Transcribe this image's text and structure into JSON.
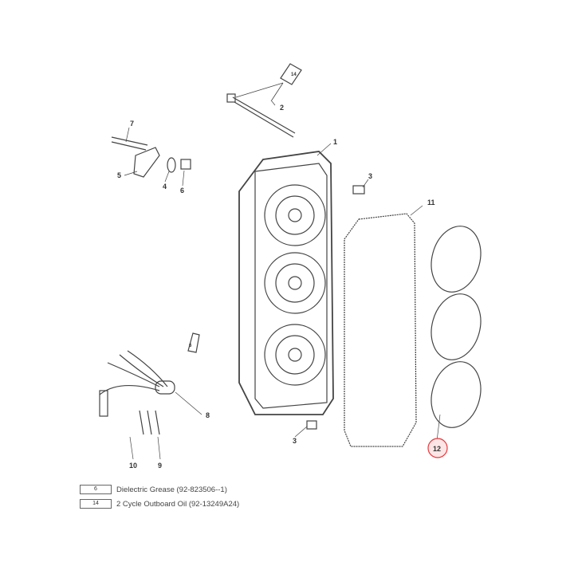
{
  "callouts": {
    "c1": "1",
    "c2": "2",
    "c3a": "3",
    "c3b": "3",
    "c4": "4",
    "c5": "5",
    "c6": "6",
    "c7": "7",
    "c8": "8",
    "c9": "9",
    "c10": "10",
    "c11": "11",
    "c12": "12",
    "c14": "14",
    "c6tube": "6"
  },
  "highlight_color": "#e8383d",
  "legend": [
    {
      "ref": "6",
      "text": "Dielectric Grease (92-823506--1)"
    },
    {
      "ref": "14",
      "text": "2 Cycle Outboard Oil (92-13249A24)"
    }
  ]
}
